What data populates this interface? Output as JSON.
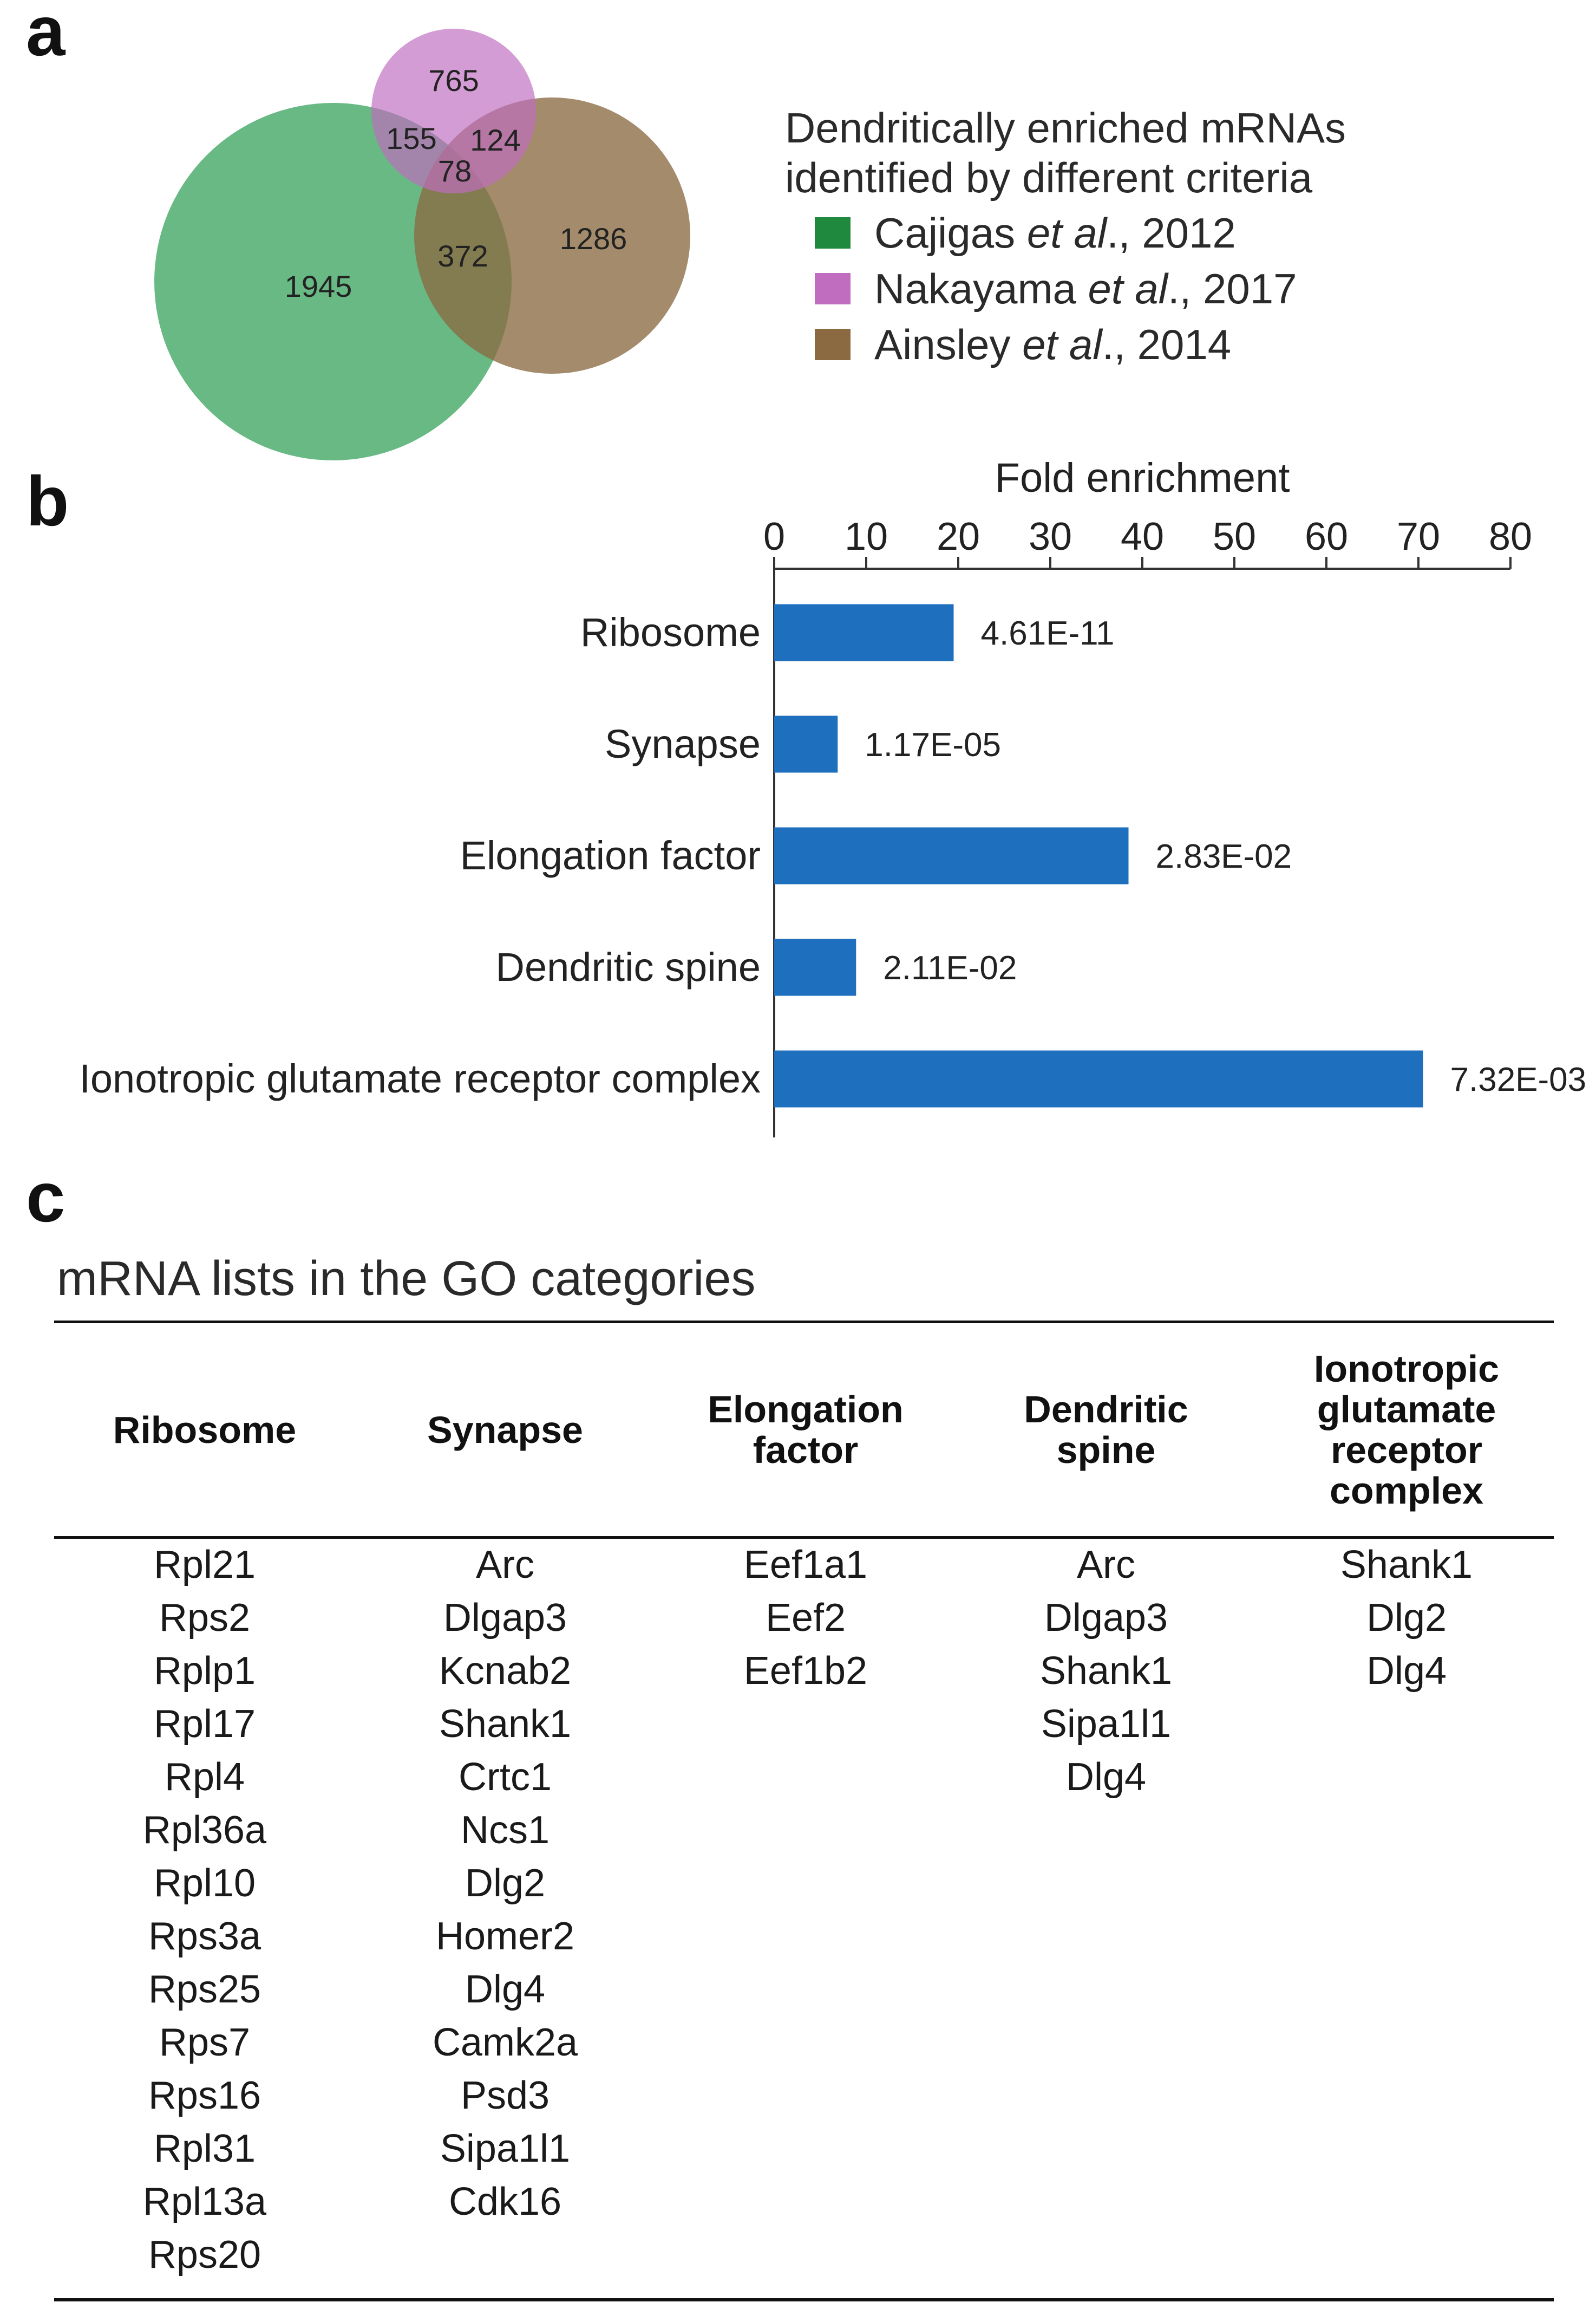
{
  "panels": {
    "a": "a",
    "b": "b",
    "c": "c"
  },
  "venn": {
    "counts": {
      "green_only": "1945",
      "pink_only": "765",
      "brown_only": "1286",
      "green_pink": "155",
      "pink_brown": "124",
      "green_brown": "372",
      "all_three": "78"
    },
    "colors": {
      "green": "#2e9e55",
      "pink": "#c06dbf",
      "brown": "#8b6a42"
    }
  },
  "legend": {
    "title_line1": "Dendritically enriched mRNAs",
    "title_line2": "identified by different criteria",
    "items": [
      {
        "author": "Cajigas ",
        "etal": "et al",
        "year": "., 2012",
        "color": "#1f8a3e"
      },
      {
        "author": "Nakayama ",
        "etal": "et al",
        "year": "., 2017",
        "color": "#c06dbf"
      },
      {
        "author": "Ainsley ",
        "etal": "et al",
        "year": "., 2014",
        "color": "#8b6a42"
      }
    ]
  },
  "chart_data": {
    "type": "bar",
    "orientation": "horizontal",
    "title": "Fold enrichment",
    "xlabel": "Fold enrichment",
    "xlim": [
      0,
      80
    ],
    "xticks": [
      "0",
      "10",
      "20",
      "30",
      "40",
      "50",
      "60",
      "70",
      "80"
    ],
    "categories": [
      "Ribosome",
      "Synapse",
      "Elongation factor",
      "Dendritic spine",
      "Ionotropic glutamate receptor complex"
    ],
    "values": [
      19.5,
      6.9,
      38.5,
      8.9,
      70.5
    ],
    "annotations": [
      "4.61E-11",
      "1.17E-05",
      "2.83E-02",
      "2.11E-02",
      "7.32E-03"
    ],
    "bar_color": "#1f6fbf",
    "grid": false
  },
  "table": {
    "title": "mRNA lists in the GO categories",
    "columns": [
      {
        "header": [
          "Ribosome"
        ],
        "genes": [
          "Rpl21",
          "Rps2",
          "Rplp1",
          "Rpl17",
          "Rpl4",
          "Rpl36a",
          "Rpl10",
          "Rps3a",
          "Rps25",
          "Rps7",
          "Rps16",
          "Rpl31",
          "Rpl13a",
          "Rps20"
        ]
      },
      {
        "header": [
          "Synapse"
        ],
        "genes": [
          "Arc",
          "Dlgap3",
          "Kcnab2",
          "Shank1",
          "Crtc1",
          "Ncs1",
          "Dlg2",
          "Homer2",
          "Dlg4",
          "Camk2a",
          "Psd3",
          "Sipa1l1",
          "Cdk16"
        ]
      },
      {
        "header": [
          "Elongation",
          "factor"
        ],
        "genes": [
          "Eef1a1",
          "Eef2",
          "Eef1b2"
        ]
      },
      {
        "header": [
          "Dendritic",
          "spine"
        ],
        "genes": [
          "Arc",
          "Dlgap3",
          "Shank1",
          "Sipa1l1",
          "Dlg4"
        ]
      },
      {
        "header": [
          "Ionotropic",
          "glutamate",
          "receptor",
          "complex"
        ],
        "genes": [
          "Shank1",
          "Dlg2",
          "Dlg4"
        ]
      }
    ]
  }
}
